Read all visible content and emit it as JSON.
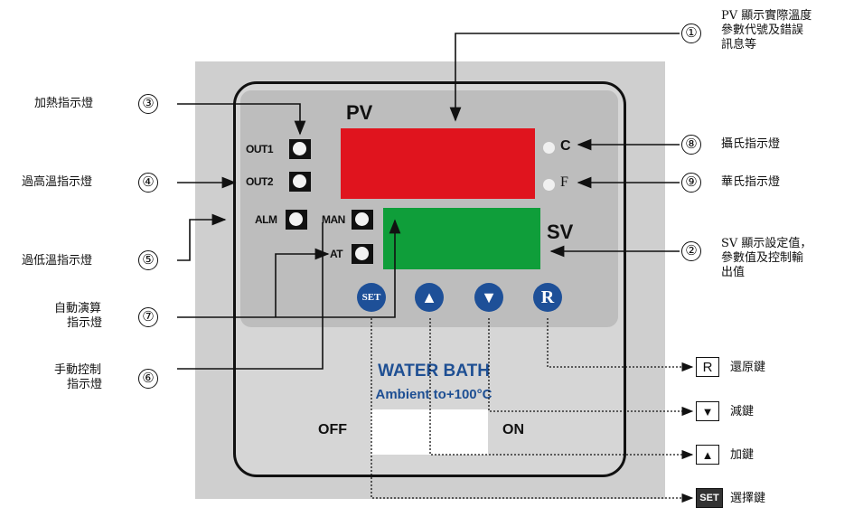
{
  "device": {
    "pv_label": "PV",
    "sv_label": "SV",
    "out1_label": "OUT1",
    "out2_label": "OUT2",
    "alm_label": "ALM",
    "man_label": "MAN",
    "at_label": "AT",
    "celsius_label": "C",
    "fahrenheit_label": "F",
    "buttons": {
      "set": "SET",
      "up": "▲",
      "down": "▼",
      "reset": "R"
    },
    "brand_line1": "WATER BATH",
    "brand_line2": "Ambient to+100°C",
    "switch_off": "OFF",
    "switch_on": "ON"
  },
  "annotations": {
    "a1": {
      "num": "①",
      "text": [
        "PV 顯示實際溫度",
        "參數代號及錯誤",
        "訊息等"
      ]
    },
    "a2": {
      "num": "②",
      "text": [
        "SV 顯示設定值，",
        "參數值及控制輸",
        "出值"
      ]
    },
    "a3": {
      "num": "③",
      "text": [
        "加熱指示燈"
      ]
    },
    "a4": {
      "num": "④",
      "text": [
        "過高溫指示燈"
      ]
    },
    "a5": {
      "num": "⑤",
      "text": [
        "過低溫指示燈"
      ]
    },
    "a6": {
      "num": "⑥",
      "text": [
        "手動控制",
        "指示燈"
      ]
    },
    "a7": {
      "num": "⑦",
      "text": [
        "自動演算",
        "指示燈"
      ]
    },
    "a8": {
      "num": "⑧",
      "text": [
        "攝氏指示燈"
      ]
    },
    "a9": {
      "num": "⑨",
      "text": [
        "華氏指示燈"
      ]
    }
  },
  "keys": {
    "reset": {
      "icon": "R",
      "text": "還原鍵"
    },
    "down": {
      "icon": "▼",
      "text": "減鍵"
    },
    "up": {
      "icon": "▲",
      "text": "加鍵"
    },
    "set": {
      "icon": "SET",
      "text": "選擇鍵"
    }
  }
}
